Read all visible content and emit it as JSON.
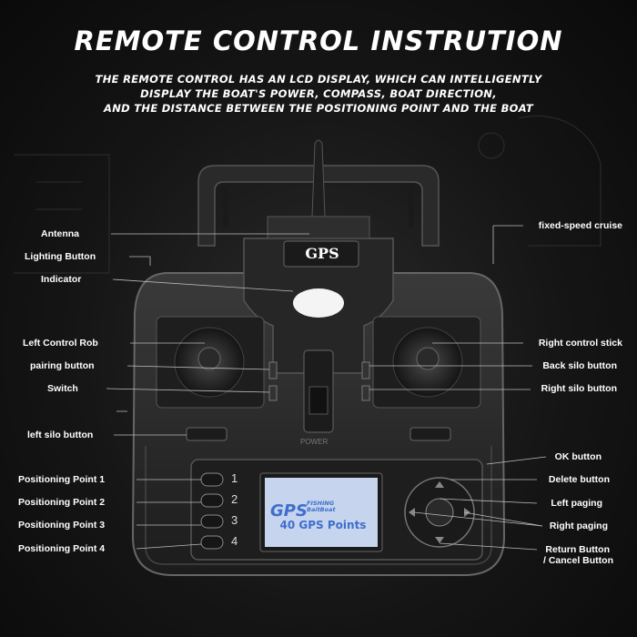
{
  "header": {
    "title": "REMOTE CONTROL INSTRUTION",
    "subtitle_lines": [
      "THE REMOTE CONTROL HAS AN LCD DISPLAY, WHICH CAN INTELLIGENTLY",
      "DISPLAY THE BOAT'S POWER, COMPASS, BOAT DIRECTION,",
      "AND THE DISTANCE BETWEEN THE POSITIONING POINT AND THE BOAT"
    ]
  },
  "device": {
    "gps_badge": "GPS",
    "power_label": "POWER",
    "lcd": {
      "brand_main": "GPS",
      "brand_top": "FISHING",
      "brand_bottom": "BaitBoat",
      "points_text": "40 GPS Points"
    },
    "point_numbers": [
      "1",
      "2",
      "3",
      "4"
    ]
  },
  "labels_left": [
    "Antenna",
    "Lighting Button",
    "Indicator",
    "Left Control Rob",
    "pairing button",
    "Switch",
    "left silo button",
    "Positioning Point 1",
    "Positioning Point 2",
    "Positioning Point 3",
    "Positioning Point 4"
  ],
  "labels_right": [
    "fixed-speed cruise",
    "Right control stick",
    "Back silo button",
    "Right silo button",
    "OK button",
    "Delete button",
    "Left paging",
    "Right paging",
    "Return Button",
    "/ Cancel Button"
  ],
  "colors": {
    "background": "#151515",
    "body": "#2b2b2b",
    "lcd_screen": "#c6d4ee",
    "lcd_text": "#3f6fcc",
    "label_text": "#ffffff"
  }
}
